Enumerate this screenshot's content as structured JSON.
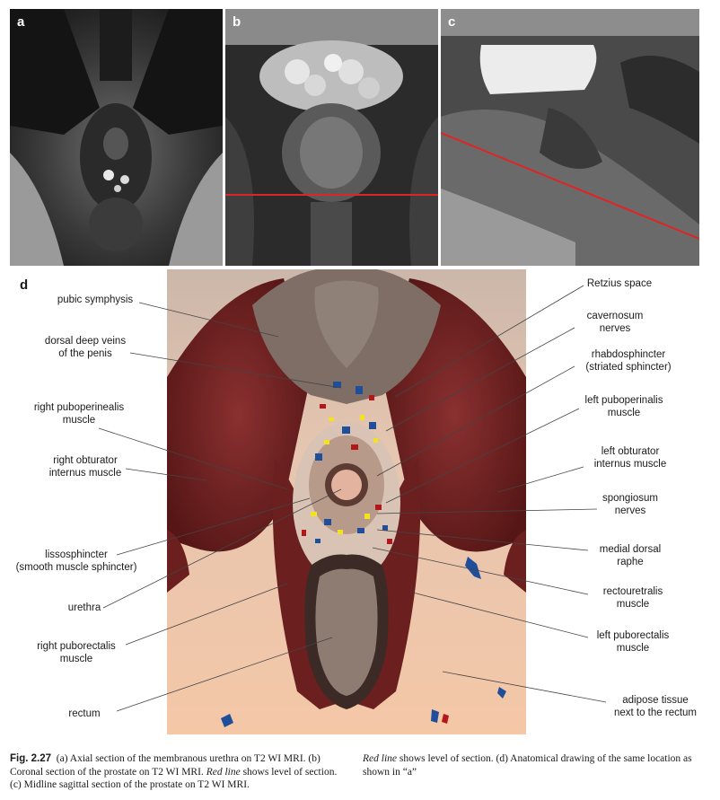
{
  "panels": {
    "a": "a",
    "b": "b",
    "c": "c",
    "d": "d"
  },
  "labels_left": [
    "pubic symphysis",
    "dorsal deep veins\nof the penis",
    "right puboperinealis\nmuscle",
    "right obturator\ninternus muscle",
    "lissosphincter\n(smooth muscle sphincter)",
    "urethra",
    "right puborectalis\nmuscle",
    "rectum"
  ],
  "labels_right": [
    "Retzius space",
    "cavernosum\nnerves",
    "rhabdosphincter\n(striated sphincter)",
    "left puboperinalis\nmuscle",
    "left obturator\ninternus muscle",
    "spongiosum\nnerves",
    "medial dorsal\nraphe",
    "rectouretralis\nmuscle",
    "left puborectalis\nmuscle",
    "adipose tissue\nnext to the rectum"
  ],
  "caption": {
    "fig_label": "Fig. 2.27",
    "left_text_1": "(a) Axial section of the membranous urethra on T2 WI MRI. (b) Coronal section of the prostate on T2 WI MRI. ",
    "left_italic_1": "Red line",
    "left_text_2": " shows level of section. (c) Midline sagittal section of the prostate on T2 WI MRI.",
    "right_italic": "Red line",
    "right_text": " shows level of section. (d) Anatomical drawing of the same location as shown in “a”"
  },
  "colors": {
    "section_line": "#e02424",
    "muscle": "#6b1f1f",
    "background_fat": "#f1c8a8",
    "nerve_yellow": "#f3e21c",
    "vein_blue": "#1f4e9a",
    "artery_red": "#b3161b"
  }
}
